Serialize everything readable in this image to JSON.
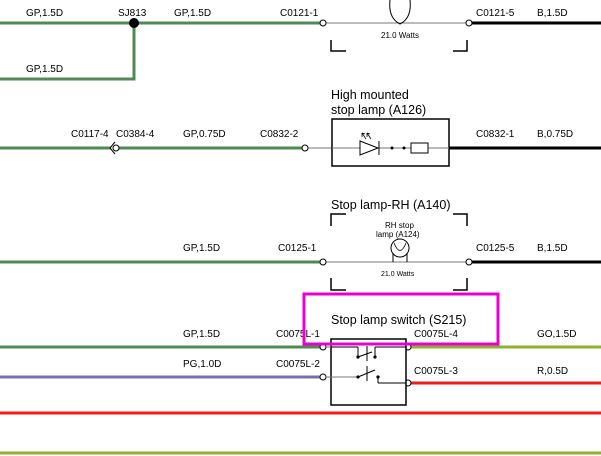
{
  "colors": {
    "gp": "#4f8a55",
    "go": "#8faf2e",
    "pg": "#7a6fae",
    "black": "#000000",
    "red": "#ee1c1c",
    "highlight": "#e600d2"
  },
  "wires": {
    "top_left_gp": "GP,1.5D",
    "sj_node": "SJ813",
    "top_mid_gp": "GP,1.5D",
    "top_branch_gp": "GP,1.5D",
    "top_right_b": "B,1.5D",
    "hm_gp": "GP,0.75D",
    "hm_b": "B,0.75D",
    "rh_gp": "GP,1.5D",
    "rh_b": "B,1.5D",
    "sw_gp": "GP,1.5D",
    "sw_pg": "PG,1.0D",
    "sw_go": "GO,1.5D",
    "sw_r": "R,0.5D"
  },
  "connectors": {
    "c0121_1": "C0121-1",
    "c0121_5": "C0121-5",
    "c0117_4": "C0117-4",
    "c0384_4": "C0384-4",
    "c0832_2": "C0832-2",
    "c0832_1": "C0832-1",
    "c0125_1": "C0125-1",
    "c0125_5": "C0125-5",
    "c0075l_1": "C0075L-1",
    "c0075l_2": "C0075L-2",
    "c0075l_4": "C0075L-4",
    "c0075l_3": "C0075L-3"
  },
  "components": {
    "top_lamp_watts": "21.0 Watts",
    "hm_title_line1": "High mounted",
    "hm_title_line2": "stop lamp (A126)",
    "rh_title": "Stop lamp-RH (A140)",
    "rh_inner_line1": "RH stop",
    "rh_inner_line2": "lamp (A124)",
    "rh_watts": "21.0 Watts",
    "switch_title": "Stop lamp switch (S215)"
  }
}
